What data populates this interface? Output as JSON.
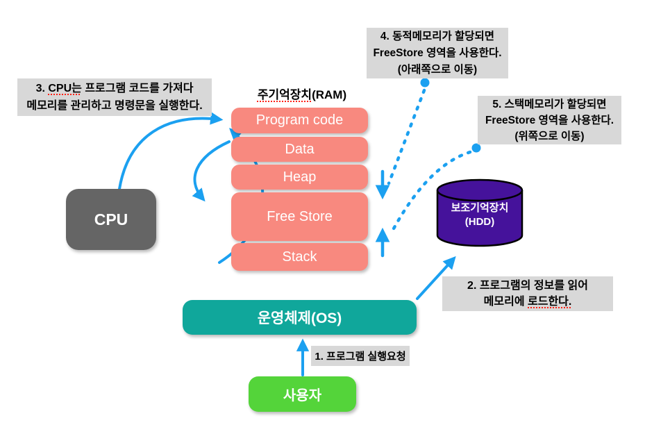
{
  "colors": {
    "ram_segment": "#F8897F",
    "cpu": "#656565",
    "os": "#10A79B",
    "user": "#54D43A",
    "hdd": "#45129B",
    "annotation_bg": "#D8D8D8",
    "arrow": "#1BA0F0",
    "spellcheck_underline": "#FF2015"
  },
  "ram": {
    "title_main": "주기억장치",
    "title_suffix": "(RAM)",
    "segments": [
      "Program code",
      "Data",
      "Heap",
      "Free Store",
      "Stack"
    ]
  },
  "nodes": {
    "cpu": "CPU",
    "os": "운영체제(OS)",
    "user": "사용자",
    "hdd_line1": "보조기억장치",
    "hdd_line2": "(HDD)"
  },
  "annotations": {
    "step1": {
      "text": "1. 프로그램 실행요청"
    },
    "step2": {
      "line1": "2. 프로그램의 정보를 읽어",
      "line2_prefix": "메모리에 ",
      "line2_underlined": "로드한다."
    },
    "step3": {
      "line1_prefix": "3. ",
      "line1_underlined": "CPU는",
      "line1_suffix": " 프로그램 코드를 가져다",
      "line2": "메모리를 관리하고 명령문을 실행한다."
    },
    "step4": {
      "line1": "4. 동적메모리가 할당되면",
      "line2": "FreeStore 영역을 사용한다.",
      "line3": "(아래쪽으로 이동)"
    },
    "step5": {
      "line1": "5. 스택메모리가 할당되면",
      "line2": "FreeStore 영역을 사용한다.",
      "line3": "(위쪽으로 이동)"
    }
  }
}
